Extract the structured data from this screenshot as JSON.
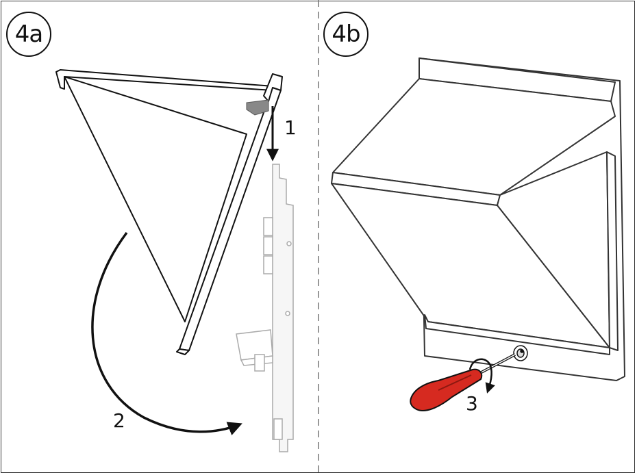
{
  "panels": [
    {
      "id": "4a",
      "badge": "4a"
    },
    {
      "id": "4b",
      "badge": "4b"
    }
  ],
  "steps": {
    "step1": "1",
    "step2": "2",
    "step3": "3"
  },
  "colors": {
    "line": "#111111",
    "ghost": "#aaaaaa",
    "ghost_fill": "#f4f4f4",
    "screwdriver_handle": "#d62a20",
    "divider": "#777777"
  },
  "icons": [
    "screwdriver-icon",
    "rotation-arrow-icon",
    "down-arrow-icon",
    "curved-arrow-icon"
  ]
}
